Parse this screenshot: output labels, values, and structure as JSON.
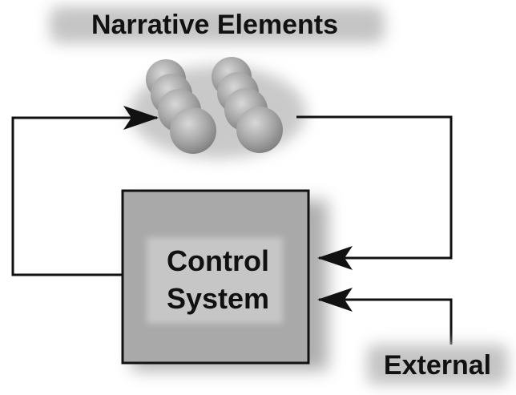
{
  "diagram": {
    "title": "Narrative Elements",
    "control_line1": "Control",
    "control_line2": "System",
    "external_label": "External"
  },
  "colors": {
    "line": "#111111",
    "box_fill": "#a9a9a9",
    "box_inner": "#c6c6c6",
    "sphere": "#9a9a9a",
    "glow": "#bdbdbd"
  }
}
